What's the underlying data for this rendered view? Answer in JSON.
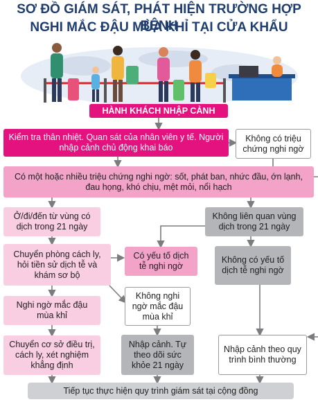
{
  "title": {
    "line1": "SƠ ĐỒ GIÁM SÁT, PHÁT HIỆN TRƯỜNG HỢP BỆNH",
    "line2": "NGHI MẮC ĐẬU MÙA KHỈ TẠI CỬA KHẨU"
  },
  "colors": {
    "title": "#1f3e6e",
    "magenta": "#e4127e",
    "pink": "#f3a2c8",
    "light_pink": "#f9cde2",
    "grey": "#b4b5b9",
    "arrow": "#7b7b80"
  },
  "boxes": {
    "header": "HÀNH KHÁCH NHẬP CẢNH",
    "check": "Kiểm tra thân nhiệt. Quan sát của nhân viên y tế. Người nhập cảnh chủ động khai báo",
    "no_symptom": "Không có triệu chứng nghi ngờ",
    "symptoms": "Có một hoặc nhiều triệu chứng nghi ngờ: sốt, phát ban, nhức đầu, ớn lạnh, đau họng, khó chịu, mệt mỏi, nổi hạch",
    "from_area": "Ở/đi/đến từ vùng có dịch trong 21 ngày",
    "not_area": "Không liên quan vùng dịch trong 21 ngày",
    "isolation": "Chuyển phòng cách ly, hỏi tiền sử dịch tễ và khám sơ bộ",
    "epi_yes": "Có yếu tố dịch tễ nghi ngờ",
    "epi_no": "Không có yếu tố dịch tễ nghi ngờ",
    "suspect": "Nghi ngờ mắc đậu mùa khỉ",
    "not_suspect": "Không nghi ngờ mắc đậu mùa khỉ",
    "transfer": "Chuyển cơ sở điều trị, cách ly, xét nghiệm khẳng định",
    "entry_monitor": "Nhập cảnh. Tự theo dõi sức khỏe 21 ngày",
    "entry_normal": "Nhập cảnh theo quy trình bình thường",
    "continue": "Tiếp tục thực hiện quy trình giám sát tại cộng đồng"
  }
}
